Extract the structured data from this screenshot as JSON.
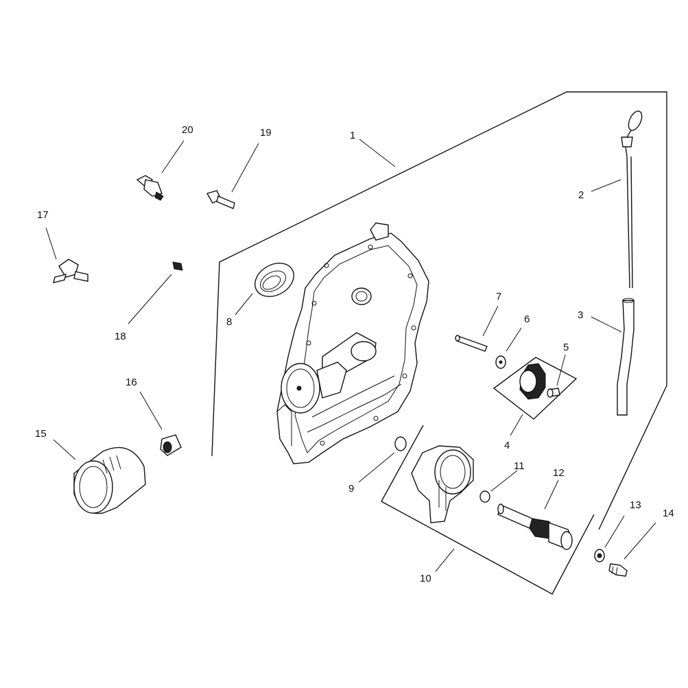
{
  "diagram": {
    "parts": [
      {
        "id": "1",
        "label": "1"
      },
      {
        "id": "2",
        "label": "2"
      },
      {
        "id": "3",
        "label": "3"
      },
      {
        "id": "4",
        "label": "4"
      },
      {
        "id": "5",
        "label": "5"
      },
      {
        "id": "6",
        "label": "6"
      },
      {
        "id": "7",
        "label": "7"
      },
      {
        "id": "8",
        "label": "8"
      },
      {
        "id": "9",
        "label": "9"
      },
      {
        "id": "10",
        "label": "10"
      },
      {
        "id": "11",
        "label": "11"
      },
      {
        "id": "12",
        "label": "12"
      },
      {
        "id": "13",
        "label": "13"
      },
      {
        "id": "14",
        "label": "14"
      },
      {
        "id": "15",
        "label": "15"
      },
      {
        "id": "16",
        "label": "16"
      },
      {
        "id": "17",
        "label": "17"
      },
      {
        "id": "18",
        "label": "18"
      },
      {
        "id": "19",
        "label": "19"
      },
      {
        "id": "20",
        "label": "20"
      }
    ],
    "colors": {
      "ink": "#111111",
      "background": "#ffffff"
    }
  }
}
